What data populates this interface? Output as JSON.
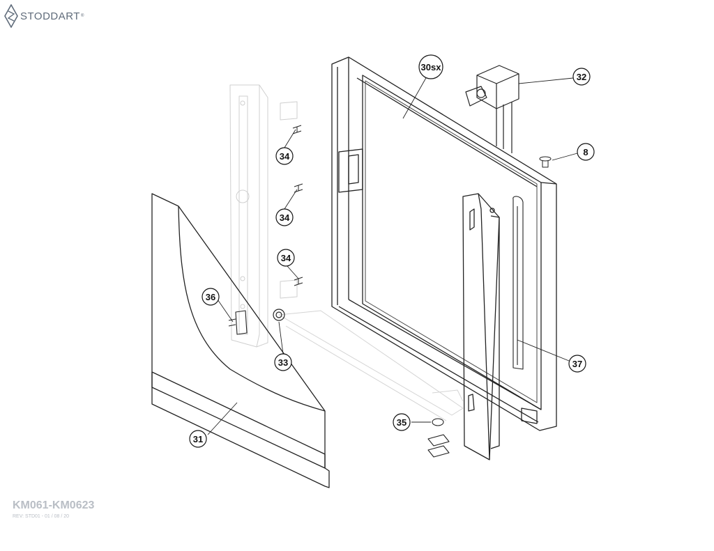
{
  "brand": {
    "name": "STODDART",
    "mark": "®",
    "logo_icon": "diamond-logo-icon",
    "color": "#5f6b7a"
  },
  "callouts": [
    {
      "id": "30sx",
      "label": "30sx"
    },
    {
      "id": "32",
      "label": "32"
    },
    {
      "id": "8",
      "label": "8"
    },
    {
      "id": "34a",
      "label": "34"
    },
    {
      "id": "34b",
      "label": "34"
    },
    {
      "id": "34c",
      "label": "34"
    },
    {
      "id": "36",
      "label": "36"
    },
    {
      "id": "33",
      "label": "33"
    },
    {
      "id": "37",
      "label": "37"
    },
    {
      "id": "35",
      "label": "35"
    },
    {
      "id": "31",
      "label": "31"
    }
  ],
  "footer": {
    "model": "KM061-KM0623",
    "revision": "REV: STD01 - 01 / 08 / 20",
    "color": "#b9bec5"
  }
}
